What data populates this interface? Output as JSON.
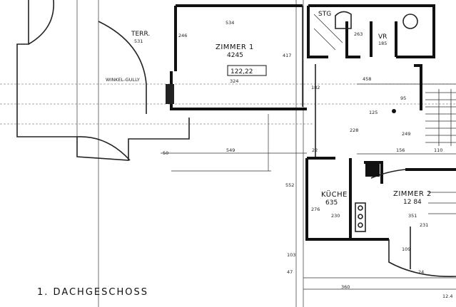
{
  "plan": {
    "title": "1. DACHGESCHOSS",
    "total_area": "122,22",
    "rooms": [
      {
        "name": "ZIMMER 1",
        "area": "4245"
      },
      {
        "name": "KÜCHE",
        "area": "635"
      },
      {
        "name": "ZIMMER 2",
        "area": "12 84"
      },
      {
        "name": "TERR.",
        "area": "531"
      },
      {
        "name": "STG",
        "area": "263"
      },
      {
        "name": "VR",
        "area": "185"
      }
    ],
    "annotations": {
      "winkel_gully": "WINKEL-GULLY"
    },
    "dimensions": {
      "d534": "534",
      "d417": "417",
      "d246": "246",
      "d324": "324",
      "d458": "458",
      "d228": "228",
      "d549": "549",
      "d552": "552",
      "d230": "230",
      "d351": "351",
      "d231": "231",
      "d360": "360",
      "d276": "276",
      "d125": "125",
      "d249": "249",
      "d156": "156",
      "d110": "110",
      "d50": "50",
      "d22": "22",
      "d103": "103",
      "d47": "47",
      "d109": "109",
      "d24": "24",
      "d95": "95",
      "d182": "182",
      "d12": "12.4"
    }
  }
}
